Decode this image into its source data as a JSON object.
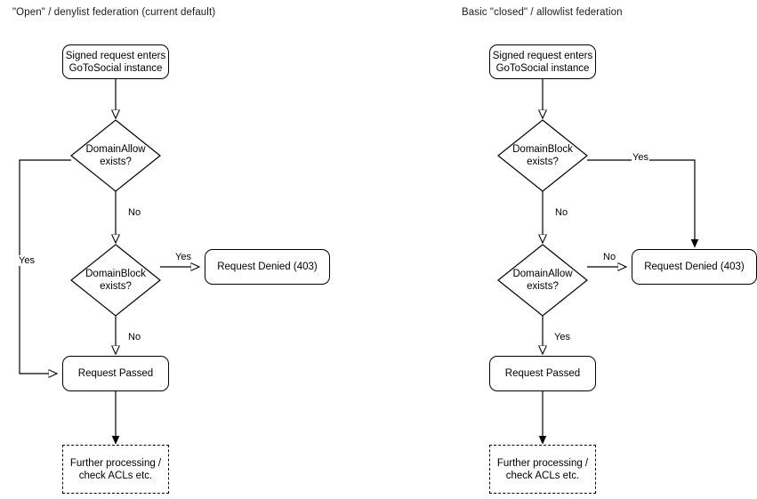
{
  "diagram": {
    "type": "flowchart",
    "title_left": "\"Open\" / denylist federation (current default)",
    "title_right": "Basic \"closed\" / allowlist federation",
    "labels": {
      "yes": "Yes",
      "no": "No"
    },
    "left_flow": {
      "start": "Signed request enters\nGoToSocial instance",
      "decision_1": "DomainAllow\nexists?",
      "decision_2": "DomainBlock\nexists?",
      "denied": "Request Denied (403)",
      "passed": "Request Passed",
      "further": "Further processing /\ncheck ACLs etc.",
      "edges": {
        "d1_yes": "Yes",
        "d1_no": "No",
        "d2_yes": "Yes",
        "d2_no": "No"
      }
    },
    "right_flow": {
      "start": "Signed request enters\nGoToSocial instance",
      "decision_1": "DomainBlock\nexists?",
      "decision_2": "DomainAllow\nexists?",
      "denied": "Request Denied (403)",
      "passed": "Request Passed",
      "further": "Further processing /\ncheck ACLs etc.",
      "edges": {
        "d1_yes": "Yes",
        "d1_no": "No",
        "d2_no": "No",
        "d2_yes": "Yes"
      }
    },
    "colors": {
      "stroke": "#000000",
      "text": "#000000",
      "background": "#ffffff"
    }
  }
}
